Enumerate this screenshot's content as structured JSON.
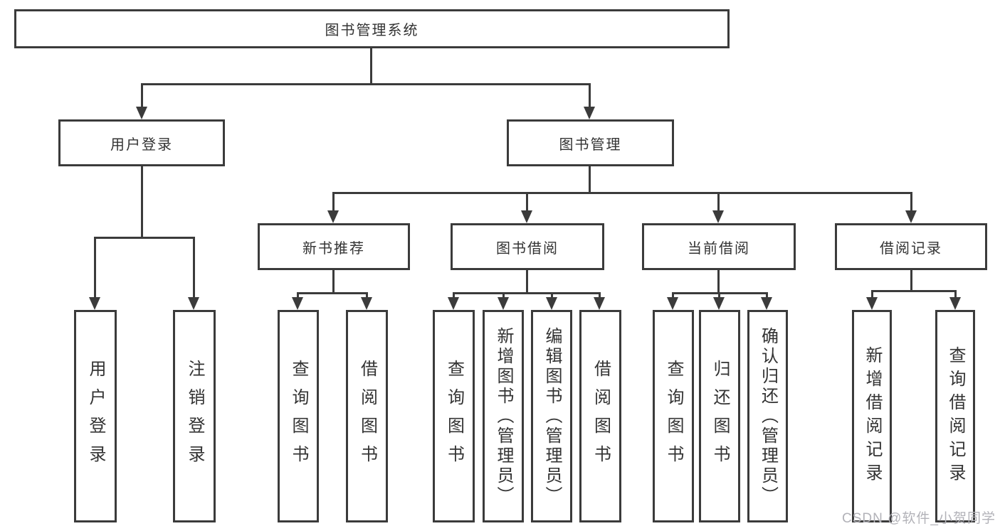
{
  "colors": {
    "line": "#3b3b3b",
    "text": "#333333",
    "background": "#ffffff",
    "watermark": "#b2b2b8"
  },
  "watermark": {
    "text": "CSDN @软件_小贺同学"
  },
  "tree": {
    "label": "图书管理系统",
    "children": [
      {
        "label": "用户登录",
        "children": [
          {
            "label": "用户登录"
          },
          {
            "label": "注销登录"
          }
        ]
      },
      {
        "label": "图书管理",
        "children": [
          {
            "label": "新书推荐",
            "children": [
              {
                "label": "查询图书"
              },
              {
                "label": "借阅图书"
              }
            ]
          },
          {
            "label": "图书借阅",
            "children": [
              {
                "label": "查询图书"
              },
              {
                "label": "新增图书（管理员）"
              },
              {
                "label": "编辑图书（管理员）"
              },
              {
                "label": "借阅图书"
              }
            ]
          },
          {
            "label": "当前借阅",
            "children": [
              {
                "label": "查询图书"
              },
              {
                "label": "归还图书"
              },
              {
                "label": "确认归还（管理员）"
              }
            ]
          },
          {
            "label": "借阅记录",
            "children": [
              {
                "label": "新增借阅记录"
              },
              {
                "label": "查询借阅记录"
              }
            ]
          }
        ]
      }
    ]
  }
}
